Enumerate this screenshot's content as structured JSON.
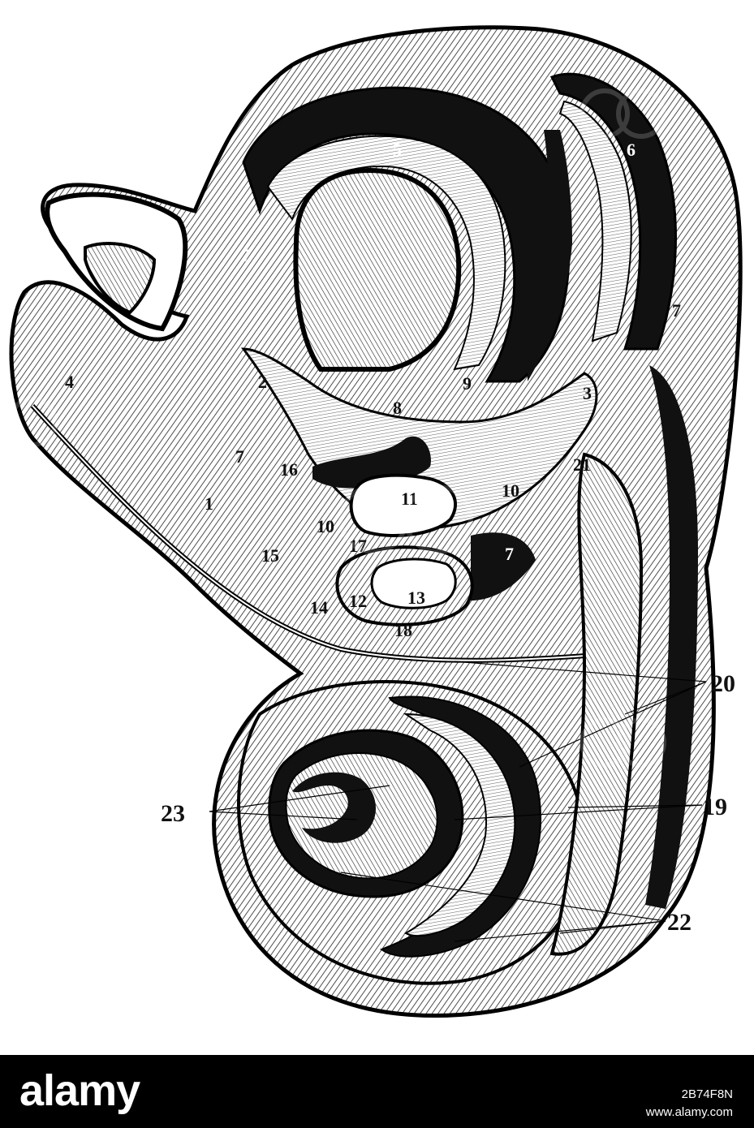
{
  "diagram": {
    "labels": [
      "1",
      "2",
      "3",
      "4",
      "5",
      "6",
      "7",
      "7",
      "7",
      "7",
      "8",
      "9",
      "10",
      "10",
      "11",
      "12",
      "13",
      "14",
      "15",
      "16",
      "17",
      "18",
      "19",
      "20",
      "21",
      "22",
      "23"
    ]
  },
  "footer": {
    "logo": "alamy",
    "image_id": "2B74F8N",
    "site": "www.alamy.com"
  },
  "colors": {
    "ink": "#111111",
    "paper": "#ffffff",
    "footer": "#000000"
  }
}
